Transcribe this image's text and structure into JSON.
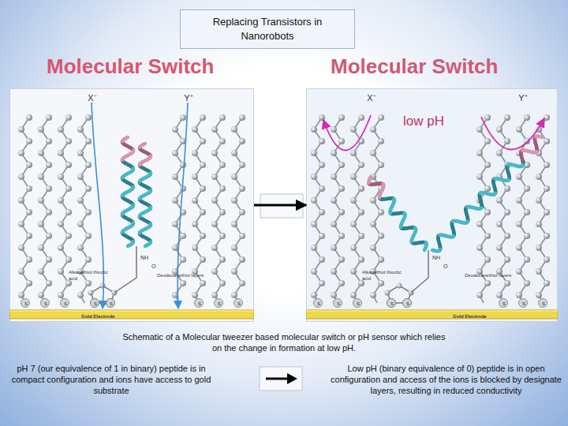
{
  "diagram": {
    "title": "Replacing Transistors in Nanorobots",
    "caption": "Schematic of a Molecular tweezer based molecular switch or pH sensor which relies on the change in formation at low pH.",
    "nodes": [
      {
        "text": [
          "Molecular Switch"
        ]
      },
      {
        "text": [
          "Molecular Switch"
        ]
      }
    ],
    "edges": [
      {
        "from": 0,
        "to": 1,
        "arrow": "to"
      }
    ],
    "labels": [
      "X⁻",
      "Y⁺",
      "NH",
      "O",
      "Alkanethiol thioctic acid",
      "Deodecanethiol layers",
      "S",
      "S",
      "S",
      "S",
      "S",
      "S",
      "S",
      "S",
      "Gold Electrode",
      "X⁻",
      "low pH",
      "Y⁺",
      "NH",
      "O",
      "Alkanethiol thioctic acid",
      "Deodecanethiol layers",
      "S",
      "S",
      "S",
      "S",
      "S",
      "S",
      "S",
      "S",
      "Gold Electrode",
      "pH 7 (our equivalence of 1 in binary) peptide is in compact configuration and ions have access to gold substrate",
      "Low pH (binary equivalence of 0) peptide is in open configuration and access of the ions is blocked by designate layers, resulting in reduced conductivity"
    ]
  }
}
